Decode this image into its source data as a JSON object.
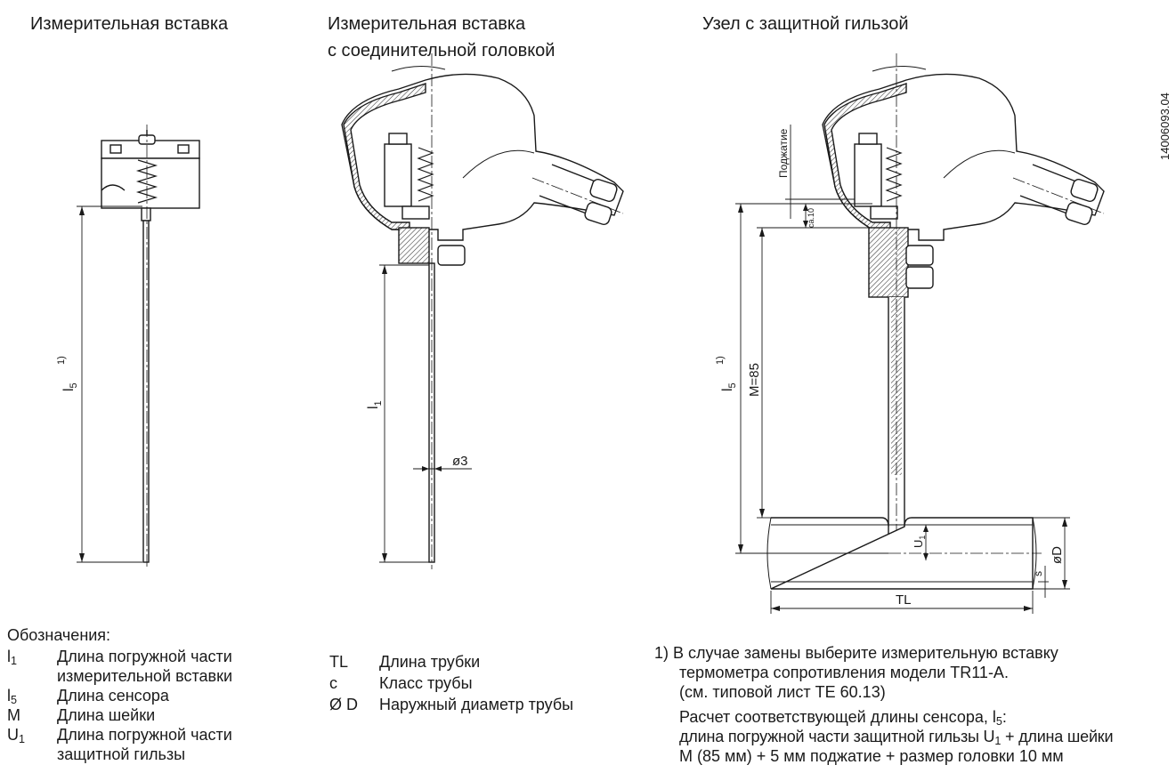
{
  "titles": {
    "insert": "Измерительная вставка",
    "insert_head_line1": "Измерительная вставка",
    "insert_head_line2": "с соединительной головкой",
    "thermowell_assembly": "Узел с защитной гильзой"
  },
  "doc_number": "14006093.04",
  "dimensions": {
    "l5": "l",
    "l5_sub": "5",
    "note_mark": "1)",
    "l1": "l",
    "l1_sub": "1",
    "dia3": "ø3",
    "preload": "Поджатие",
    "ca10": "ca.10",
    "m85": "M=85",
    "u1": "U",
    "u1_sub": "1",
    "s": "s",
    "d": "øD",
    "tl": "TL"
  },
  "legend": {
    "title": "Обозначения:",
    "col1": [
      {
        "sym": "l",
        "sub": "1",
        "text1": "Длина погружной части",
        "text2": "измерительной вставки"
      },
      {
        "sym": "l",
        "sub": "5",
        "text1": "Длина сенсора",
        "text2": ""
      },
      {
        "sym": "M",
        "sub": "",
        "text1": "Длина шейки",
        "text2": ""
      },
      {
        "sym": "U",
        "sub": "1",
        "text1": "Длина погружной части",
        "text2": "защитной гильзы"
      }
    ],
    "col2": [
      {
        "sym": "TL",
        "text": "Длина трубки"
      },
      {
        "sym": "c",
        "text": "Класс трубы"
      },
      {
        "sym": "Ø D",
        "text": "Наружный диаметр трубы"
      }
    ]
  },
  "footnote": {
    "line1": "1) В случае замены выберите измерительную вставку",
    "line2": "термометра сопротивления модели TR11-A.",
    "line3": "(см. типовой лист TE 60.13)",
    "line4_pre": "Расчет соответствующей длины сенсора, l",
    "line4_sub": "5",
    "line4_post": ":",
    "line5_a": "длина погружной части защитной гильзы U",
    "line5_sub": "1",
    "line5_b": " + длина шейки",
    "line6": "M (85 мм) + 5 мм поджатие + размер головки 10 мм"
  }
}
